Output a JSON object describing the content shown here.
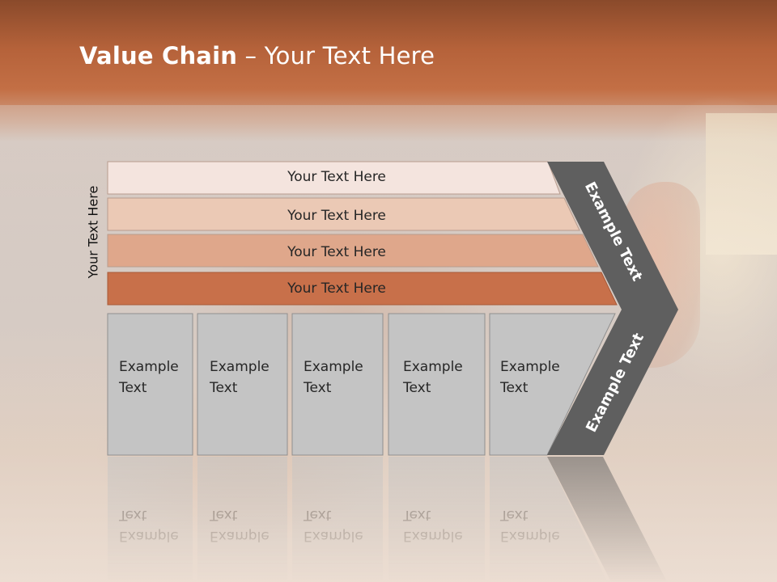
{
  "title": {
    "bold": "Value Chain",
    "regular": " – Your Text Here"
  },
  "side_label": "Your Text Here",
  "bars": [
    {
      "label": "Your Text Here",
      "color": "#f4e4de"
    },
    {
      "label": "Your Text Here",
      "color": "#ebc9b5"
    },
    {
      "label": "Your Text Here",
      "color": "#dfa78b"
    },
    {
      "label": "Your Text Here",
      "color": "#c8704a"
    }
  ],
  "boxes": [
    {
      "line1": "Example",
      "line2": "Text"
    },
    {
      "line1": "Example",
      "line2": "Text"
    },
    {
      "line1": "Example",
      "line2": "Text"
    },
    {
      "line1": "Example",
      "line2": "Text"
    },
    {
      "line1": "Example",
      "line2": "Text"
    }
  ],
  "chevron": {
    "upper": "Example Text",
    "lower": "Example Text",
    "color": "#5f5f5f"
  },
  "colors": {
    "box_fill": "#c4c4c4",
    "box_border": "#8f8f8f",
    "title": "#ffffff"
  }
}
